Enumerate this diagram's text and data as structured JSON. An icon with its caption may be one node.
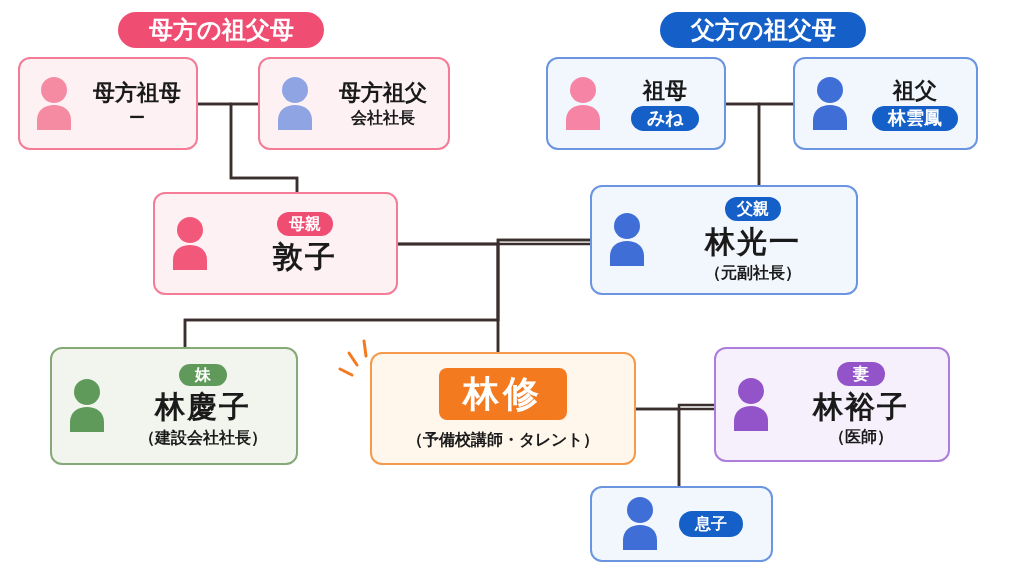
{
  "diagram": {
    "nodes": [
      {
        "text": [
          "母方の祖父母"
        ]
      },
      {
        "text": [
          "母方祖母",
          "ー"
        ]
      },
      {
        "text": [
          "母方祖父",
          "会社社長"
        ]
      },
      {
        "text": [
          "父方の祖父母"
        ]
      },
      {
        "text": [
          "祖母",
          "みね"
        ]
      },
      {
        "text": [
          "祖父",
          "林雲鳳"
        ]
      },
      {
        "text": [
          "母親",
          "敦子"
        ]
      },
      {
        "text": [
          "父親",
          "林光一",
          "（元副社長）"
        ]
      },
      {
        "text": [
          "妹",
          "林慶子",
          "（建設会社社長）"
        ]
      },
      {
        "text": [
          "林修",
          "（予備校講師・タレント）"
        ]
      },
      {
        "text": [
          "妻",
          "林裕子",
          "（医師）"
        ]
      },
      {
        "text": [
          "息子"
        ]
      }
    ],
    "edges": [
      {
        "from": 1,
        "to": 2,
        "arrow": "none"
      },
      {
        "from": 1,
        "to": 6,
        "arrow": "none"
      },
      {
        "from": 2,
        "to": 6,
        "arrow": "none"
      },
      {
        "from": 4,
        "to": 5,
        "arrow": "none"
      },
      {
        "from": 4,
        "to": 7,
        "arrow": "none"
      },
      {
        "from": 5,
        "to": 7,
        "arrow": "none"
      },
      {
        "from": 6,
        "to": 7,
        "arrow": "none"
      },
      {
        "from": 6,
        "to": 9,
        "arrow": "none"
      },
      {
        "from": 7,
        "to": 9,
        "arrow": "none"
      },
      {
        "from": 6,
        "to": 8,
        "arrow": "none"
      },
      {
        "from": 7,
        "to": 8,
        "arrow": "none"
      },
      {
        "from": 9,
        "to": 10,
        "arrow": "none"
      },
      {
        "from": 9,
        "to": 11,
        "arrow": "none"
      },
      {
        "from": 10,
        "to": 11,
        "arrow": "none"
      }
    ]
  }
}
